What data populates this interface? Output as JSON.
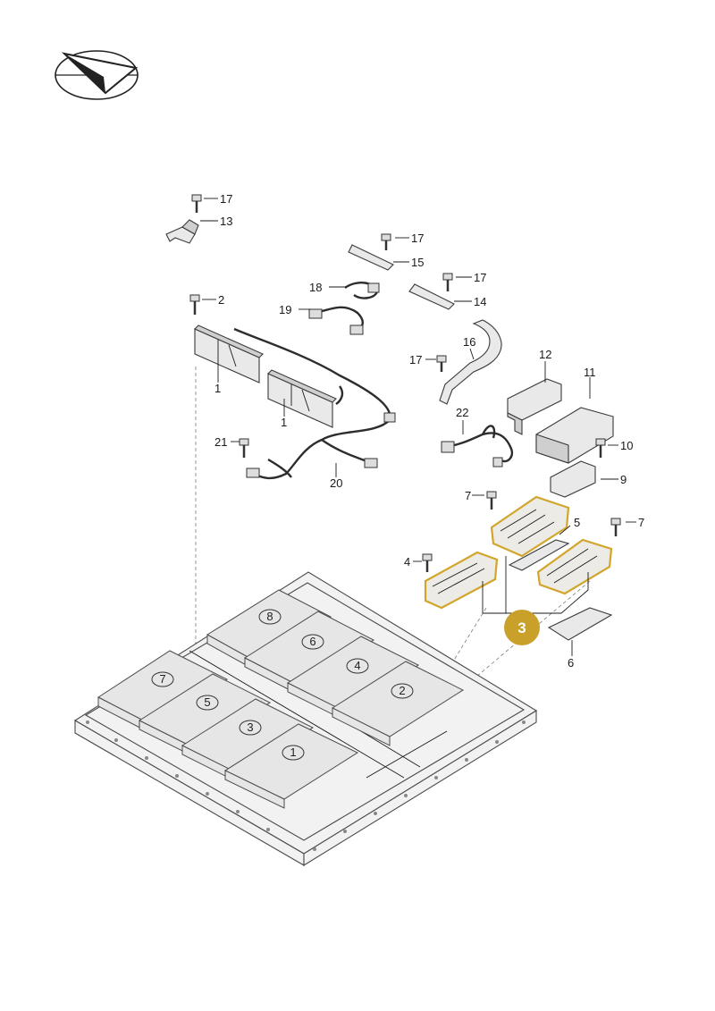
{
  "logo": {
    "icon": "paper-plane-direction-icon"
  },
  "callouts": {
    "c1a": "1",
    "c1b": "1",
    "c2": "2",
    "c3": "3",
    "c4": "4",
    "c5": "5",
    "c6": "6",
    "c7a": "7",
    "c7b": "7",
    "c9": "9",
    "c10": "10",
    "c11": "11",
    "c12": "12",
    "c13": "13",
    "c14": "14",
    "c15": "15",
    "c16": "16",
    "c17a": "17",
    "c17b": "17",
    "c17c": "17",
    "c17d": "17",
    "c18": "18",
    "c19": "19",
    "c20": "20",
    "c21": "21",
    "c22": "22"
  },
  "highlight": {
    "badge": "3",
    "badge_color": "#c9a02a",
    "outline_color": "#d2a52c"
  },
  "modules": [
    "8",
    "6",
    "4",
    "2",
    "7",
    "5",
    "3",
    "1"
  ]
}
